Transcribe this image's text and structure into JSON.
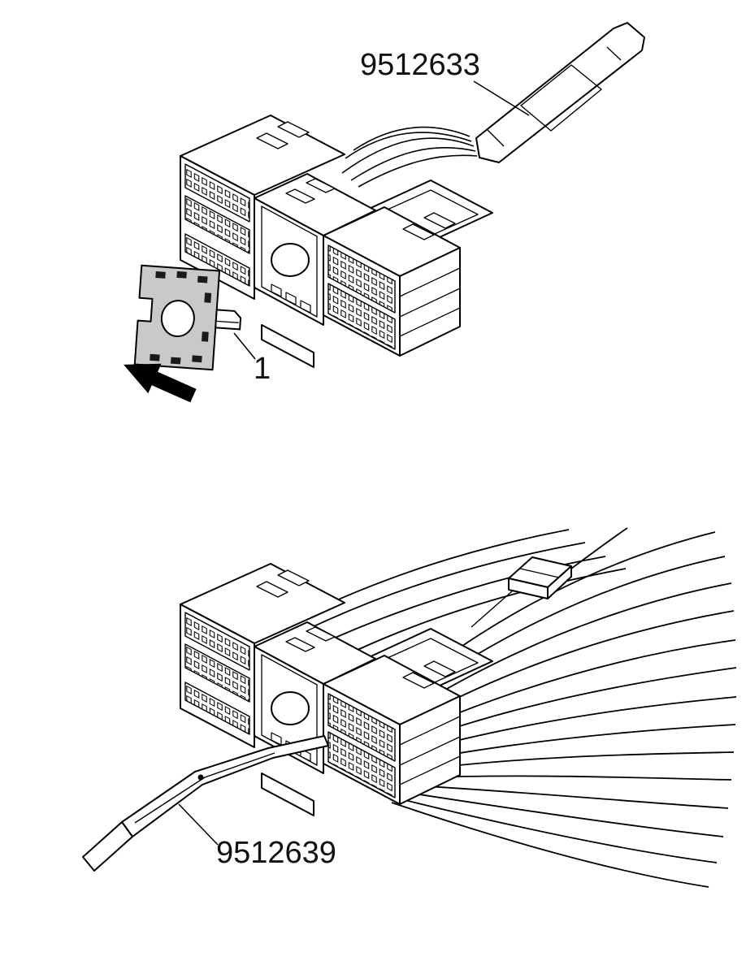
{
  "page": {
    "type_label": "technical illustration",
    "background": "#ffffff"
  },
  "colors": {
    "line": "#000000",
    "plate_gray": "#c9c9c9",
    "slot_dark": "#1a1a1a",
    "background": "#ffffff"
  },
  "figures": {
    "upper": {
      "tool_label": "9512633",
      "part_label": "1"
    },
    "lower": {
      "tool_label": "9512639"
    }
  }
}
